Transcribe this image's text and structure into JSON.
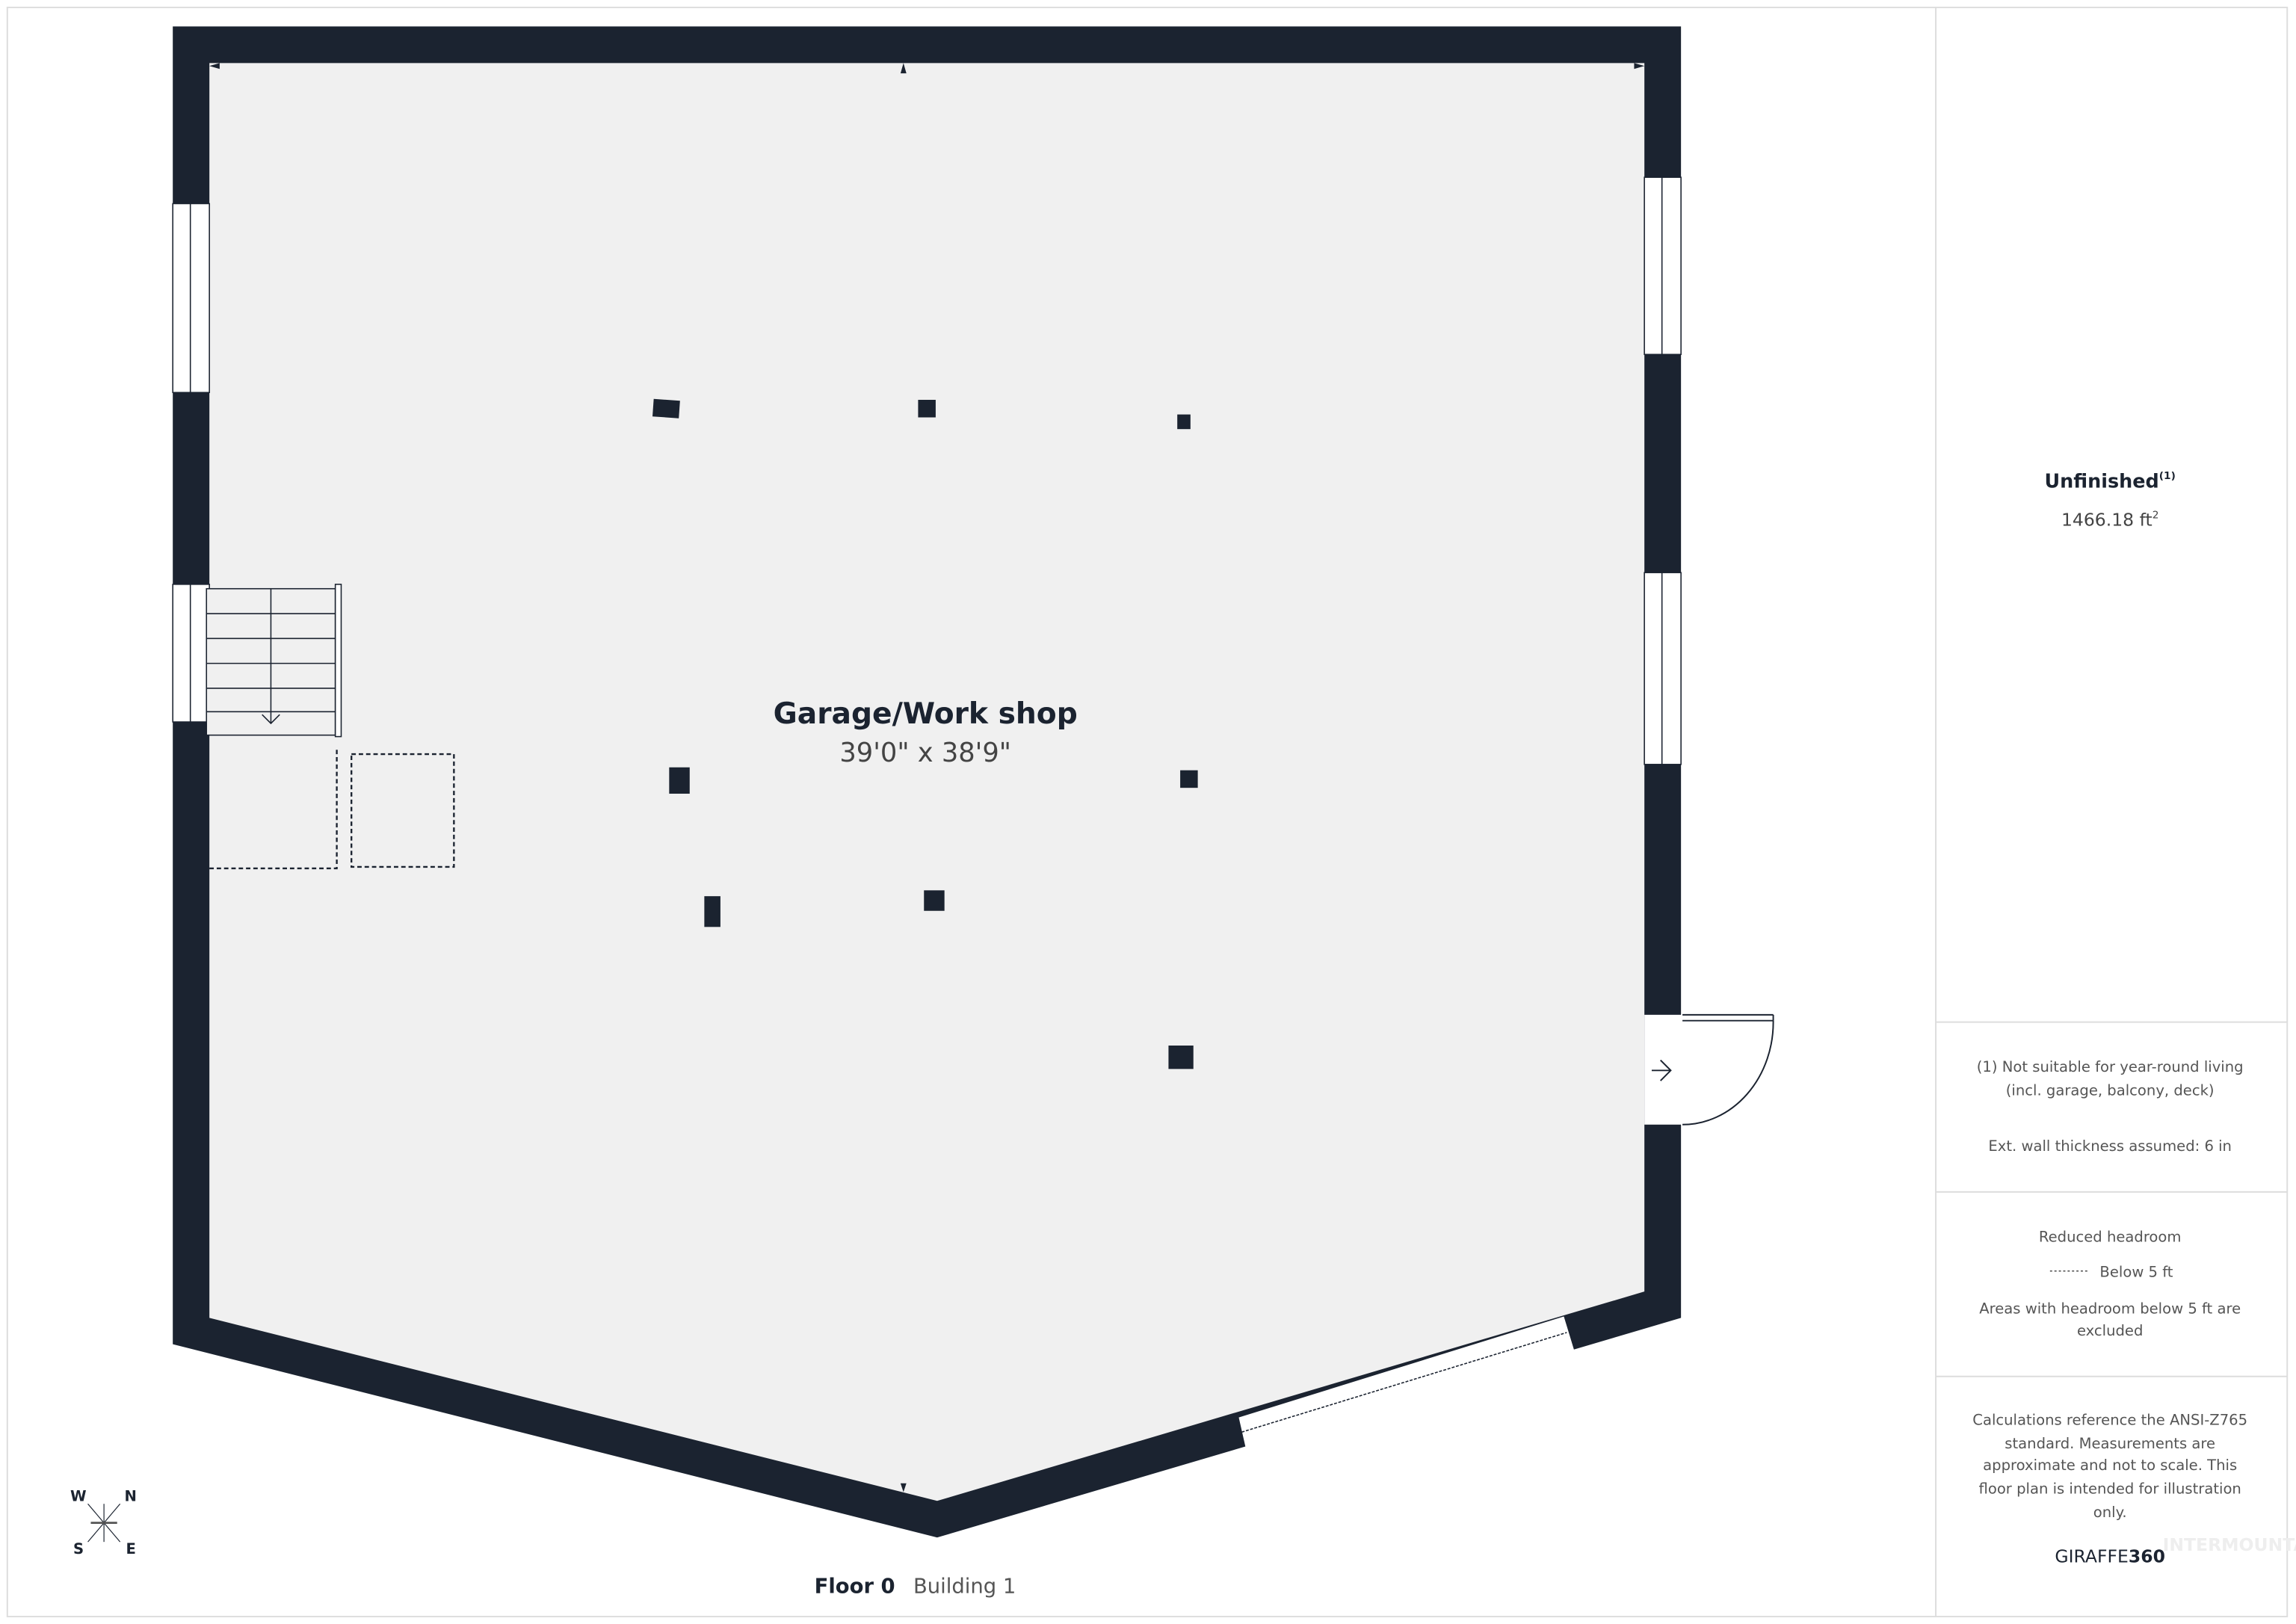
{
  "room": {
    "name": "Garage/Work shop",
    "dimensions": "39'0\" x 38'9\""
  },
  "summary": {
    "label": "Unfinished",
    "footnote_mark": "(1)",
    "area": "1466.18 ft",
    "area_unit_sup": "2"
  },
  "notes": {
    "footnote_line1": "(1) Not suitable for year-round living",
    "footnote_line2": "(incl. garage, balcony, deck)",
    "wall_thickness": "Ext. wall thickness assumed: 6 in"
  },
  "headroom": {
    "title": "Reduced headroom",
    "legend": "Below 5 ft",
    "line1": "Areas with headroom below 5 ft are",
    "line2": "excluded"
  },
  "disclaimer": {
    "lines": [
      "Calculations reference the ANSI-Z765",
      "standard. Measurements are",
      "approximate and not to scale. This",
      "floor plan is intended for illustration",
      "only."
    ]
  },
  "brand": {
    "part1": "GIRAFFE",
    "part2": "360",
    "watermark": "INTERMOUNTAIN"
  },
  "footer": {
    "floor": "Floor 0",
    "building": "Building 1"
  },
  "compass": {
    "w": "W",
    "n": "N",
    "s": "S",
    "e": "E"
  },
  "colors": {
    "wall": "#1b2330",
    "floor": "#f0f0f0",
    "text": "#1b2330",
    "muted": "#555"
  }
}
